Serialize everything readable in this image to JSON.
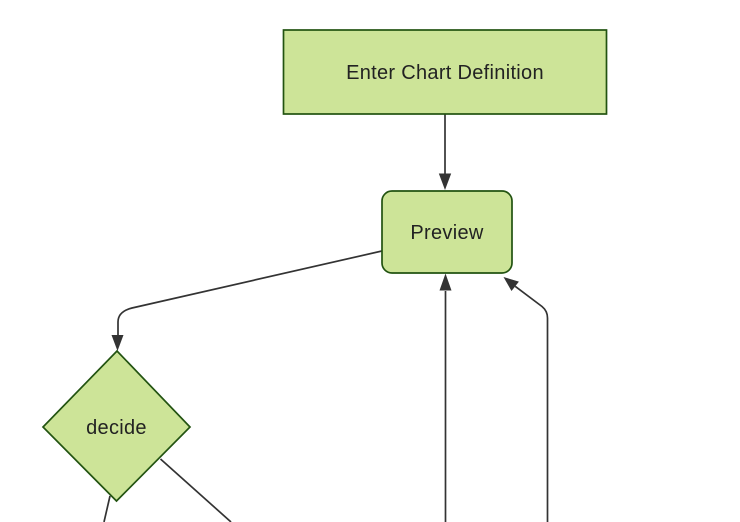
{
  "diagram": {
    "type": "flowchart",
    "background": "#ffffff",
    "colors": {
      "background": "#ffffff",
      "node_fill": "#cde498",
      "node_border": "#225311",
      "edge_line": "#333333",
      "label_text": "#222222"
    },
    "nodes": [
      {
        "id": "enter-chart-definition",
        "label": "Enter Chart Definition",
        "shape": "rectangle"
      },
      {
        "id": "preview",
        "label": "Preview",
        "shape": "rounded-rectangle"
      },
      {
        "id": "decide",
        "label": "decide",
        "shape": "diamond"
      }
    ],
    "edges": [
      {
        "from": "enter-chart-definition",
        "to": "preview",
        "arrow": "arrowhead-into-preview-top"
      },
      {
        "from": "preview",
        "to": "decide",
        "arrow": "arrowhead-into-decide-top"
      },
      {
        "from": "offscreen-bottom",
        "to": "preview",
        "arrow": "arrowhead-into-preview-bottom"
      },
      {
        "from": "offscreen-bottom",
        "to": "preview",
        "arrow": "arrowhead-into-preview-bottom-right"
      },
      {
        "from": "decide",
        "to": "offscreen-bottom-left",
        "arrow": "none-visible"
      },
      {
        "from": "decide",
        "to": "offscreen-bottom",
        "arrow": "none-visible"
      }
    ]
  }
}
